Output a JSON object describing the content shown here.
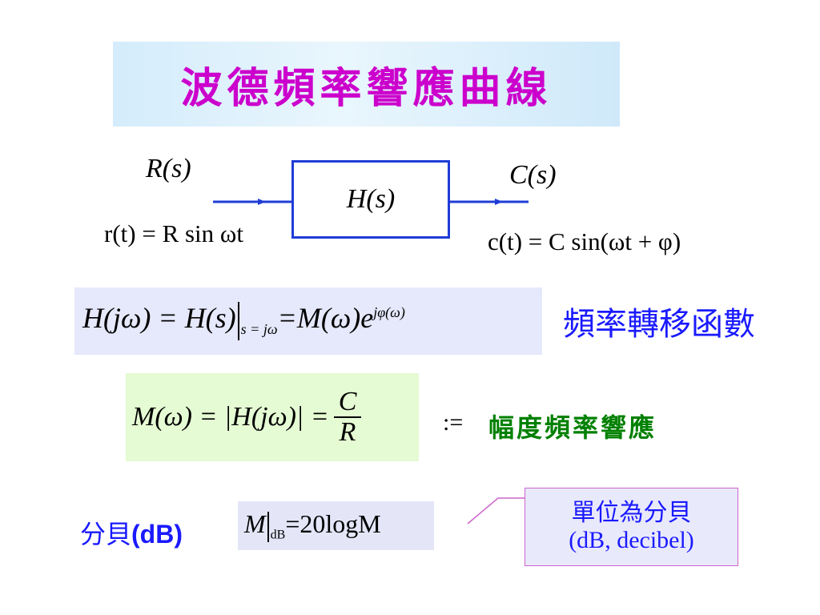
{
  "title": "波德頻率響應曲線",
  "block": {
    "input_label": "R(s)",
    "input_signal": "r(t) = R sin ωt",
    "transfer": "H(s)",
    "output_label": "C(s)",
    "output_signal": "c(t) = C sin(ωt + φ)"
  },
  "eq1": {
    "lhs": "H(jω) = H(s)",
    "subscript": "s = jω",
    "rhs": "=M(ω)e",
    "exponent": "jφ(ω)",
    "label": "頻率轉移函數"
  },
  "eq2": {
    "lhs": "M(ω) = |H(jω)| =",
    "num": "C",
    "den": "R",
    "assign": ":=",
    "label": "幅度頻率響應"
  },
  "eq3": {
    "label_cjk": "分貝",
    "label_latin": "(dB)",
    "lhs": "M",
    "subscript": "dB",
    "rhs": "=20logM"
  },
  "note": {
    "line1": "單位為分貝",
    "line2": "(dB, decibel)"
  },
  "colors": {
    "title": "#cc00cc",
    "block_border": "#1f3dd6",
    "blue_text": "#1a1aff",
    "green_text": "#008000"
  }
}
